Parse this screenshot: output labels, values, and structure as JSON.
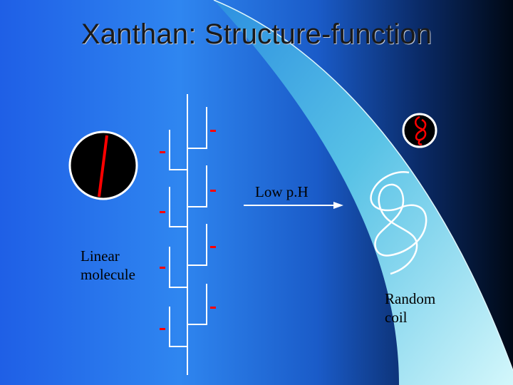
{
  "slide": {
    "title": "Xanthan: Structure-function",
    "linear_label_line1": "Linear",
    "linear_label_line2": "molecule",
    "arrow_label": "Low p.H",
    "coil_label_line1": "Random",
    "coil_label_line2": "coil",
    "charge_symbol": "-"
  },
  "colors": {
    "background_left": "#1f5fe6",
    "background_mid": "#2f8ef2",
    "background_dark": "#000814",
    "wedge_light": "#c9f4fa",
    "wedge_mid": "#49b7de",
    "charge_red": "#ff0000",
    "circle_fill": "#000000",
    "line_white": "#ffffff"
  },
  "icons": {
    "left_circle": "circle-with-red-rod-icon",
    "right_circle": "circle-with-red-coil-icon",
    "arrow": "right-arrow-icon",
    "coil": "random-coil-icon"
  }
}
